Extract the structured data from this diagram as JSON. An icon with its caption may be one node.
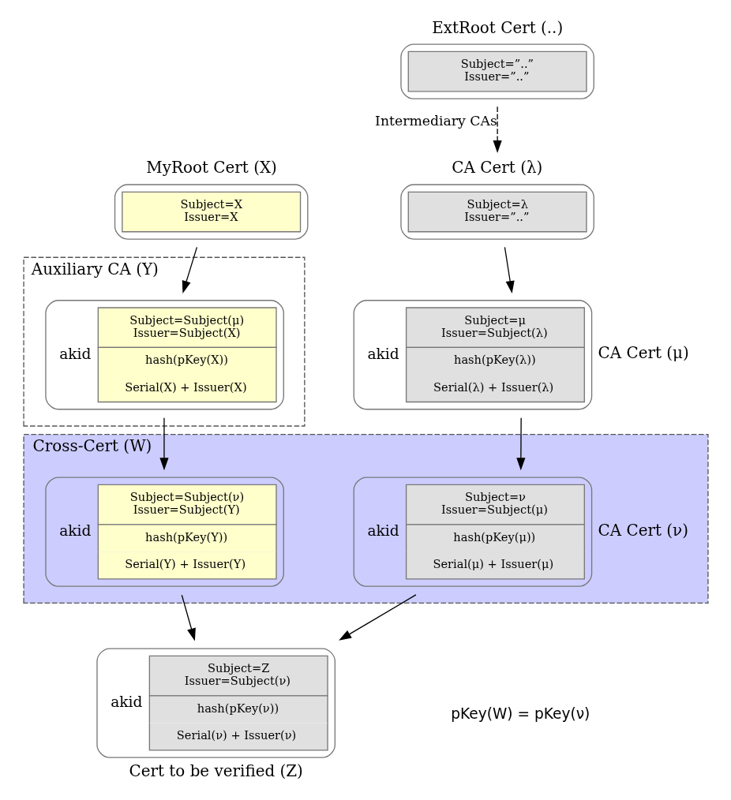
{
  "diagram": {
    "nodes": [
      {
        "text": [
          "ExtRoot Cert (..)",
          "Subject=”..” Issuer=”..”"
        ]
      },
      {
        "text": [
          "MyRoot Cert (X)",
          "Subject=X Issuer=X"
        ]
      },
      {
        "text": [
          "CA Cert (λ)",
          "Subject=λ Issuer=”..”"
        ]
      },
      {
        "text": [
          "Auxiliary CA (Y)"
        ]
      },
      {
        "text": [
          "akid",
          "Subject=Subject(μ) Issuer=Subject(X)",
          "hash(pKey(X))",
          "Serial(X) + Issuer(X)"
        ],
        "in": 3
      },
      {
        "text": [
          "akid",
          "Subject=μ Issuer=Subject(λ)",
          "hash(pKey(λ))",
          "Serial(λ) + Issuer(λ)",
          "CA Cert (μ)"
        ]
      },
      {
        "text": [
          "Cross-Cert (W)"
        ]
      },
      {
        "text": [
          "akid",
          "Subject=Subject(ν) Issuer=Subject(Y)",
          "hash(pKey(Y))",
          "Serial(Y) + Issuer(Y)"
        ],
        "in": 6
      },
      {
        "text": [
          "akid",
          "Subject=ν Issuer=Subject(μ)",
          "hash(pKey(μ))",
          "Serial(μ) + Issuer(μ)",
          "CA Cert (ν)"
        ],
        "in": 6
      },
      {
        "text": [
          "akid",
          "Subject=Z Issuer=Subject(ν)",
          "hash(pKey(ν))",
          "Serial(ν) + Issuer(ν)",
          "Cert to be verified (Z)"
        ]
      }
    ],
    "edges": [
      {
        "from": 0,
        "to": 2,
        "arrow": "to",
        "style": "dashed",
        "label": "Intermediary CAs"
      },
      {
        "from": 1,
        "to": 4,
        "arrow": "to"
      },
      {
        "from": 2,
        "to": 5,
        "arrow": "to"
      },
      {
        "from": 4,
        "to": 7,
        "arrow": "to"
      },
      {
        "from": 5,
        "to": 8,
        "arrow": "to"
      },
      {
        "from": 7,
        "to": 9,
        "arrow": "to"
      },
      {
        "from": 8,
        "to": 9,
        "arrow": "to"
      }
    ],
    "labels": [
      "pKey(W) = pKey(ν)"
    ]
  }
}
